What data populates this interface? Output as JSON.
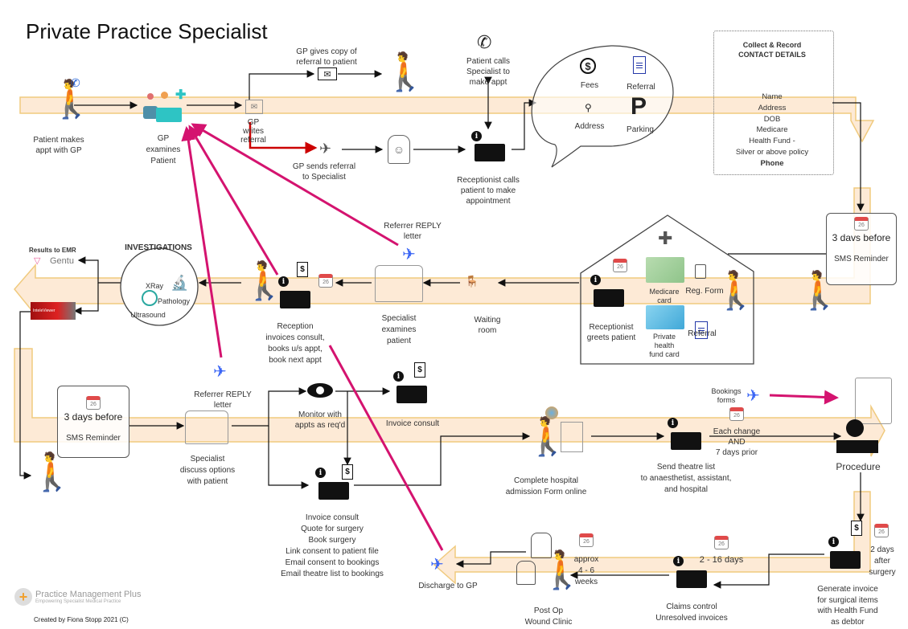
{
  "title": "Private Practice Specialist",
  "colors": {
    "band_fill": "#fde9d4",
    "band_stroke": "#f0c878",
    "pink": "#d4136f",
    "red": "#cc0000",
    "blue": "#3b66f5",
    "dark": "#111111"
  },
  "row1": {
    "patient_makes_appt": [
      "Patient makes",
      "appt with GP"
    ],
    "gp_examines": [
      "GP",
      "examines",
      "Patient"
    ],
    "gp_writes_referral": [
      "GP",
      "writes",
      "referral"
    ],
    "gp_gives_copy": [
      "GP gives copy of",
      "referral to patient"
    ],
    "gp_sends_referral": [
      "GP sends referral",
      "to Specialist"
    ],
    "patient_calls": [
      "Patient calls",
      "Specialist to",
      "make appt"
    ],
    "receptionist_calls": [
      "Receptionist calls",
      "patient to make",
      "appointment"
    ],
    "bubble": {
      "fees": "Fees",
      "referral": "Referral",
      "address": "Address",
      "parking": "Parking",
      "parking_glyph": "P"
    },
    "contact": {
      "heading": [
        "Collect & Record",
        "CONTACT DETAILS"
      ],
      "items": [
        "Name",
        "Address",
        "DOB",
        "Medicare",
        "Health Fund -",
        "Silver or above policy"
      ],
      "last": "Phone"
    }
  },
  "row2": {
    "sms1": {
      "days": "3 davs before",
      "label": "SMS Reminder",
      "cal": "26"
    },
    "clinic": {
      "medicare": [
        "Medicare",
        "card"
      ],
      "reg_form": "Reg. Form",
      "private_fund": [
        "Private",
        "health",
        "fund card"
      ],
      "referral": "Referral",
      "receptionist": [
        "Receptionist",
        "greets patient"
      ],
      "cal": "26"
    },
    "waiting": [
      "Waiting",
      "room"
    ],
    "specialist": [
      "Specialist",
      "examines",
      "patient"
    ],
    "reply1": [
      "Referrer REPLY",
      "letter"
    ],
    "reception": [
      "Reception",
      "invoices consult,",
      "books u/s appt,",
      "book next appt"
    ],
    "cal": "26",
    "investigations": {
      "heading": "INVESTIGATIONS",
      "xray": "XRay",
      "pathology": "Pathology",
      "ultrasound": "Ultrasound"
    },
    "results": "Results to EMR",
    "gentu": "Gentu",
    "viewer": "InteleViewer"
  },
  "row3": {
    "sms2": {
      "days": "3 days before",
      "label": "SMS Reminder",
      "cal": "26"
    },
    "reply2": [
      "Referrer REPLY",
      "letter"
    ],
    "discuss": [
      "Specialist",
      "discuss options",
      "with patient"
    ],
    "monitor": [
      "Monitor with",
      "appts as req'd"
    ],
    "invoice_consult": "Invoice consult",
    "tasks": [
      "Invoice consult",
      "Quote for surgery",
      "Book surgery",
      "Link consent to patient file",
      "Email consent to bookings",
      "Email theatre list to bookings"
    ],
    "admission": [
      "Complete hospital",
      "admission Form online"
    ],
    "theatre": [
      "Send theatre list",
      "to anaesthetist, assistant,",
      "and hospital"
    ],
    "bookings": [
      "Bookings",
      "forms"
    ],
    "each_change": [
      "Each change",
      "AND",
      "7 days prior"
    ],
    "procedure": "Procedure",
    "cal": "26"
  },
  "row4": {
    "generate": [
      "Generate invoice",
      "for surgical items",
      "with Health Fund",
      "as debtor"
    ],
    "two_days": [
      "2 days",
      "after",
      "surgery"
    ],
    "claims": [
      "Claims control",
      "Unresolved invoices"
    ],
    "range": "2 - 16 days",
    "approx": [
      "approx",
      "4 - 6",
      "weeks"
    ],
    "postop": [
      "Post Op",
      "Wound Clinic"
    ],
    "discharge": "Discharge to GP",
    "cal": "26"
  },
  "footer": {
    "brand": "Practice Management Plus",
    "tagline": "Empowering Specialist Medical Practice",
    "created": "Created by Fiona Stopp 2021 (C)"
  }
}
